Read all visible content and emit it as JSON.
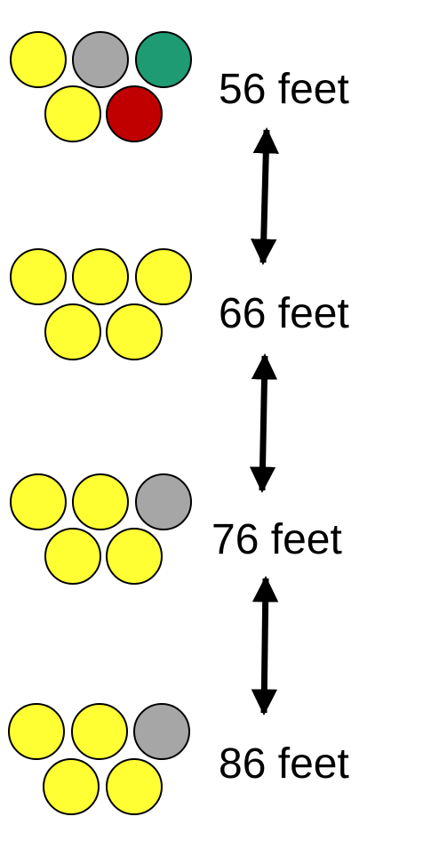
{
  "groups": [
    {
      "label": "56 feet",
      "circles": [
        "yellow",
        "gray",
        "green",
        "yellow",
        "red"
      ]
    },
    {
      "label": "66 feet",
      "circles": [
        "yellow",
        "yellow",
        "yellow",
        "yellow",
        "yellow"
      ]
    },
    {
      "label": "76 feet",
      "circles": [
        "yellow",
        "yellow",
        "gray",
        "yellow",
        "yellow"
      ]
    },
    {
      "label": "86 feet",
      "circles": [
        "yellow",
        "yellow",
        "gray",
        "yellow",
        "yellow"
      ]
    }
  ],
  "colors": {
    "yellow": "#FFFF33",
    "gray": "#A6A6A6",
    "green": "#1E9B73",
    "red": "#C00000",
    "stroke": "#000000"
  },
  "arrow_count": 3
}
